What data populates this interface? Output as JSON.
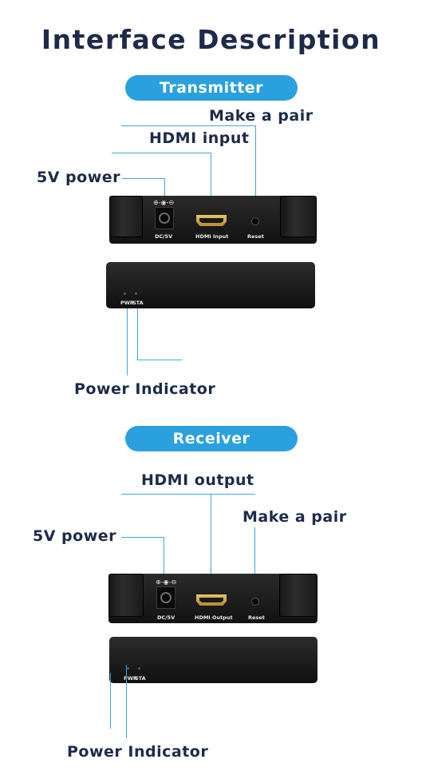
{
  "title": "Interface Description",
  "transmitter": {
    "heading": "Transmitter",
    "callouts": {
      "pair": "Make a pair",
      "hdmi": "HDMI input",
      "power": "5V power",
      "indicator": "Power Indicator"
    },
    "front_ports": {
      "dc": "DC/5V",
      "hdmi": "HDMI Input",
      "reset": "Reset"
    },
    "back_leds": {
      "pwr": "PWR",
      "sta": "STA"
    }
  },
  "receiver": {
    "heading": "Receiver",
    "callouts": {
      "hdmi": "HDMI output",
      "pair": "Make a pair",
      "power": "5V power",
      "indicator": "Power Indicator"
    },
    "front_ports": {
      "dc": "DC/5V",
      "hdmi": "HDMI Output",
      "reset": "Reset"
    },
    "back_leds": {
      "pwr": "PWR",
      "sta": "STA"
    }
  },
  "polarity_symbol": "⊕-◉-⊖",
  "colors": {
    "accent": "#2aa0df",
    "text": "#1e2a4a",
    "device": "#1a1a1a",
    "hdmi_port": "#d4aa4a"
  }
}
